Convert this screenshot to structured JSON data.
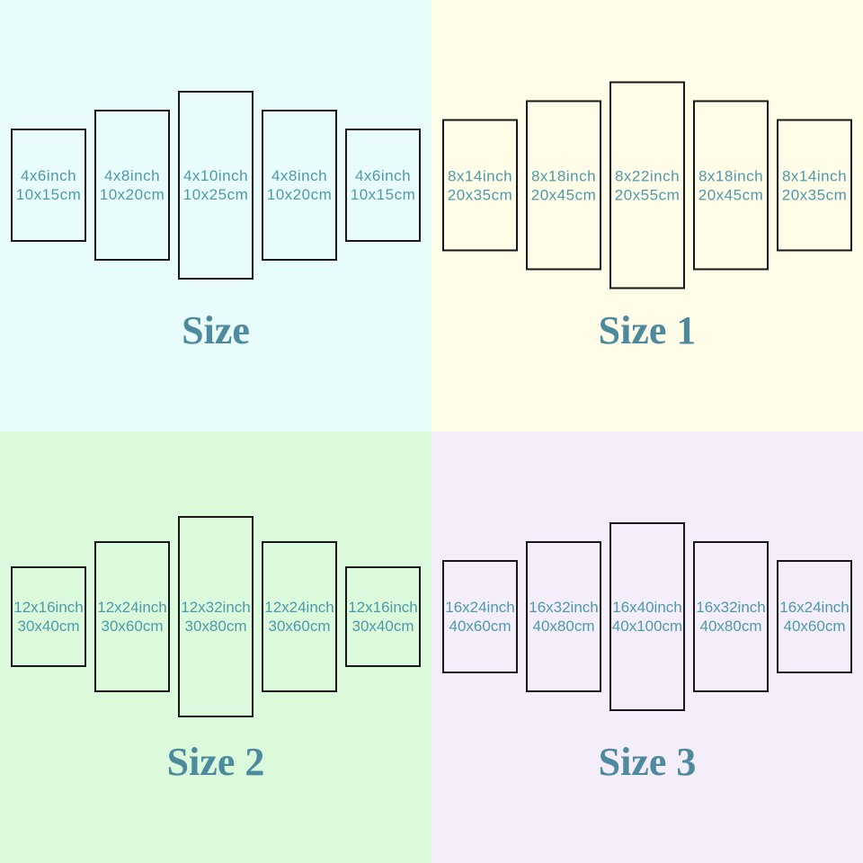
{
  "colors": {
    "label_text": "#4e9aaa",
    "title_text": "#4e8a9e",
    "panel_border": "#181818"
  },
  "quadrants": [
    {
      "title": "Size",
      "bg": "#e9fcfc",
      "panels": [
        {
          "inch": "4x6inch",
          "cm": "10x15cm",
          "w": 4,
          "h": 6
        },
        {
          "inch": "4x8inch",
          "cm": "10x20cm",
          "w": 4,
          "h": 8
        },
        {
          "inch": "4x10inch",
          "cm": "10x25cm",
          "w": 4,
          "h": 10
        },
        {
          "inch": "4x8inch",
          "cm": "10x20cm",
          "w": 4,
          "h": 8
        },
        {
          "inch": "4x6inch",
          "cm": "10x15cm",
          "w": 4,
          "h": 6
        }
      ]
    },
    {
      "title": "Size 1",
      "bg": "#fffde7",
      "panels": [
        {
          "inch": "8x14inch",
          "cm": "20x35cm",
          "w": 8,
          "h": 14
        },
        {
          "inch": "8x18inch",
          "cm": "20x45cm",
          "w": 8,
          "h": 18
        },
        {
          "inch": "8x22inch",
          "cm": "20x55cm",
          "w": 8,
          "h": 22
        },
        {
          "inch": "8x18inch",
          "cm": "20x45cm",
          "w": 8,
          "h": 18
        },
        {
          "inch": "8x14inch",
          "cm": "20x35cm",
          "w": 8,
          "h": 14
        }
      ]
    },
    {
      "title": "Size 2",
      "bg": "#dbfadc",
      "panels": [
        {
          "inch": "12x16inch",
          "cm": "30x40cm",
          "w": 12,
          "h": 16
        },
        {
          "inch": "12x24inch",
          "cm": "30x60cm",
          "w": 12,
          "h": 24
        },
        {
          "inch": "12x32inch",
          "cm": "30x80cm",
          "w": 12,
          "h": 32
        },
        {
          "inch": "12x24inch",
          "cm": "30x60cm",
          "w": 12,
          "h": 24
        },
        {
          "inch": "12x16inch",
          "cm": "30x40cm",
          "w": 12,
          "h": 16
        }
      ]
    },
    {
      "title": "Size 3",
      "bg": "#f3eefa",
      "panels": [
        {
          "inch": "16x24inch",
          "cm": "40x60cm",
          "w": 16,
          "h": 24
        },
        {
          "inch": "16x32inch",
          "cm": "40x80cm",
          "w": 16,
          "h": 32
        },
        {
          "inch": "16x40inch",
          "cm": "40x100cm",
          "w": 16,
          "h": 40
        },
        {
          "inch": "16x32inch",
          "cm": "40x80cm",
          "w": 16,
          "h": 32
        },
        {
          "inch": "16x24inch",
          "cm": "40x60cm",
          "w": 16,
          "h": 24
        }
      ]
    }
  ]
}
